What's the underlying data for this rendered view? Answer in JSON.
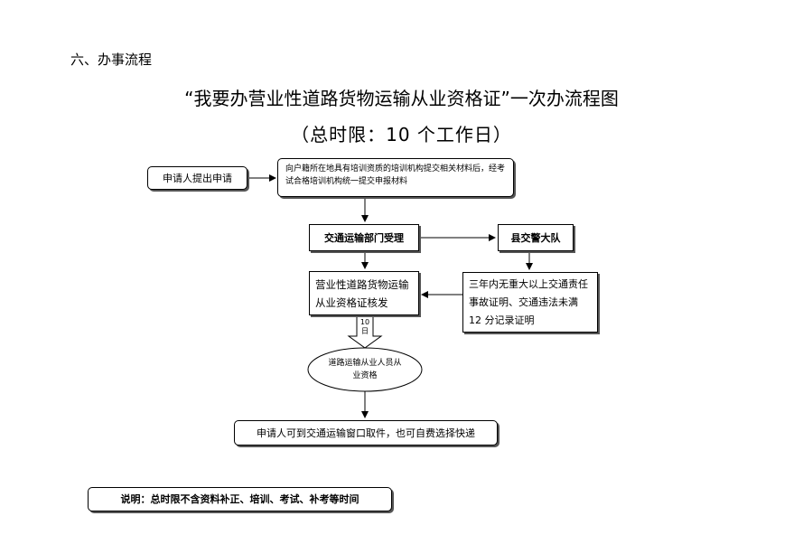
{
  "section_heading": "六、办事流程",
  "title": "“我要办营业性道路货物运输从业资格证”一次办流程图",
  "subtitle": "（总时限：10 个工作日）",
  "nodes": {
    "applicant": "申请人提出申请",
    "submit": "向户籍所在地具有培训资质的培训机构提交相关材料后，经考试合格培训机构统一提交申报材料",
    "accept": "交通运输部门受理",
    "police": "县交警大队",
    "issue": "营业性道路货物运输从业资格证核发",
    "record": "三年内无重大以上交通责任事故证明、交通违法未满 12 分记录证明",
    "days": "10 日",
    "qualification": "道路运输从业人员从业资格",
    "pickup": "申请人可到交通运输窗口取件，也可自费选择快递"
  },
  "note": "说明：总时限不含资料补正、培训、考试、补考等时间"
}
